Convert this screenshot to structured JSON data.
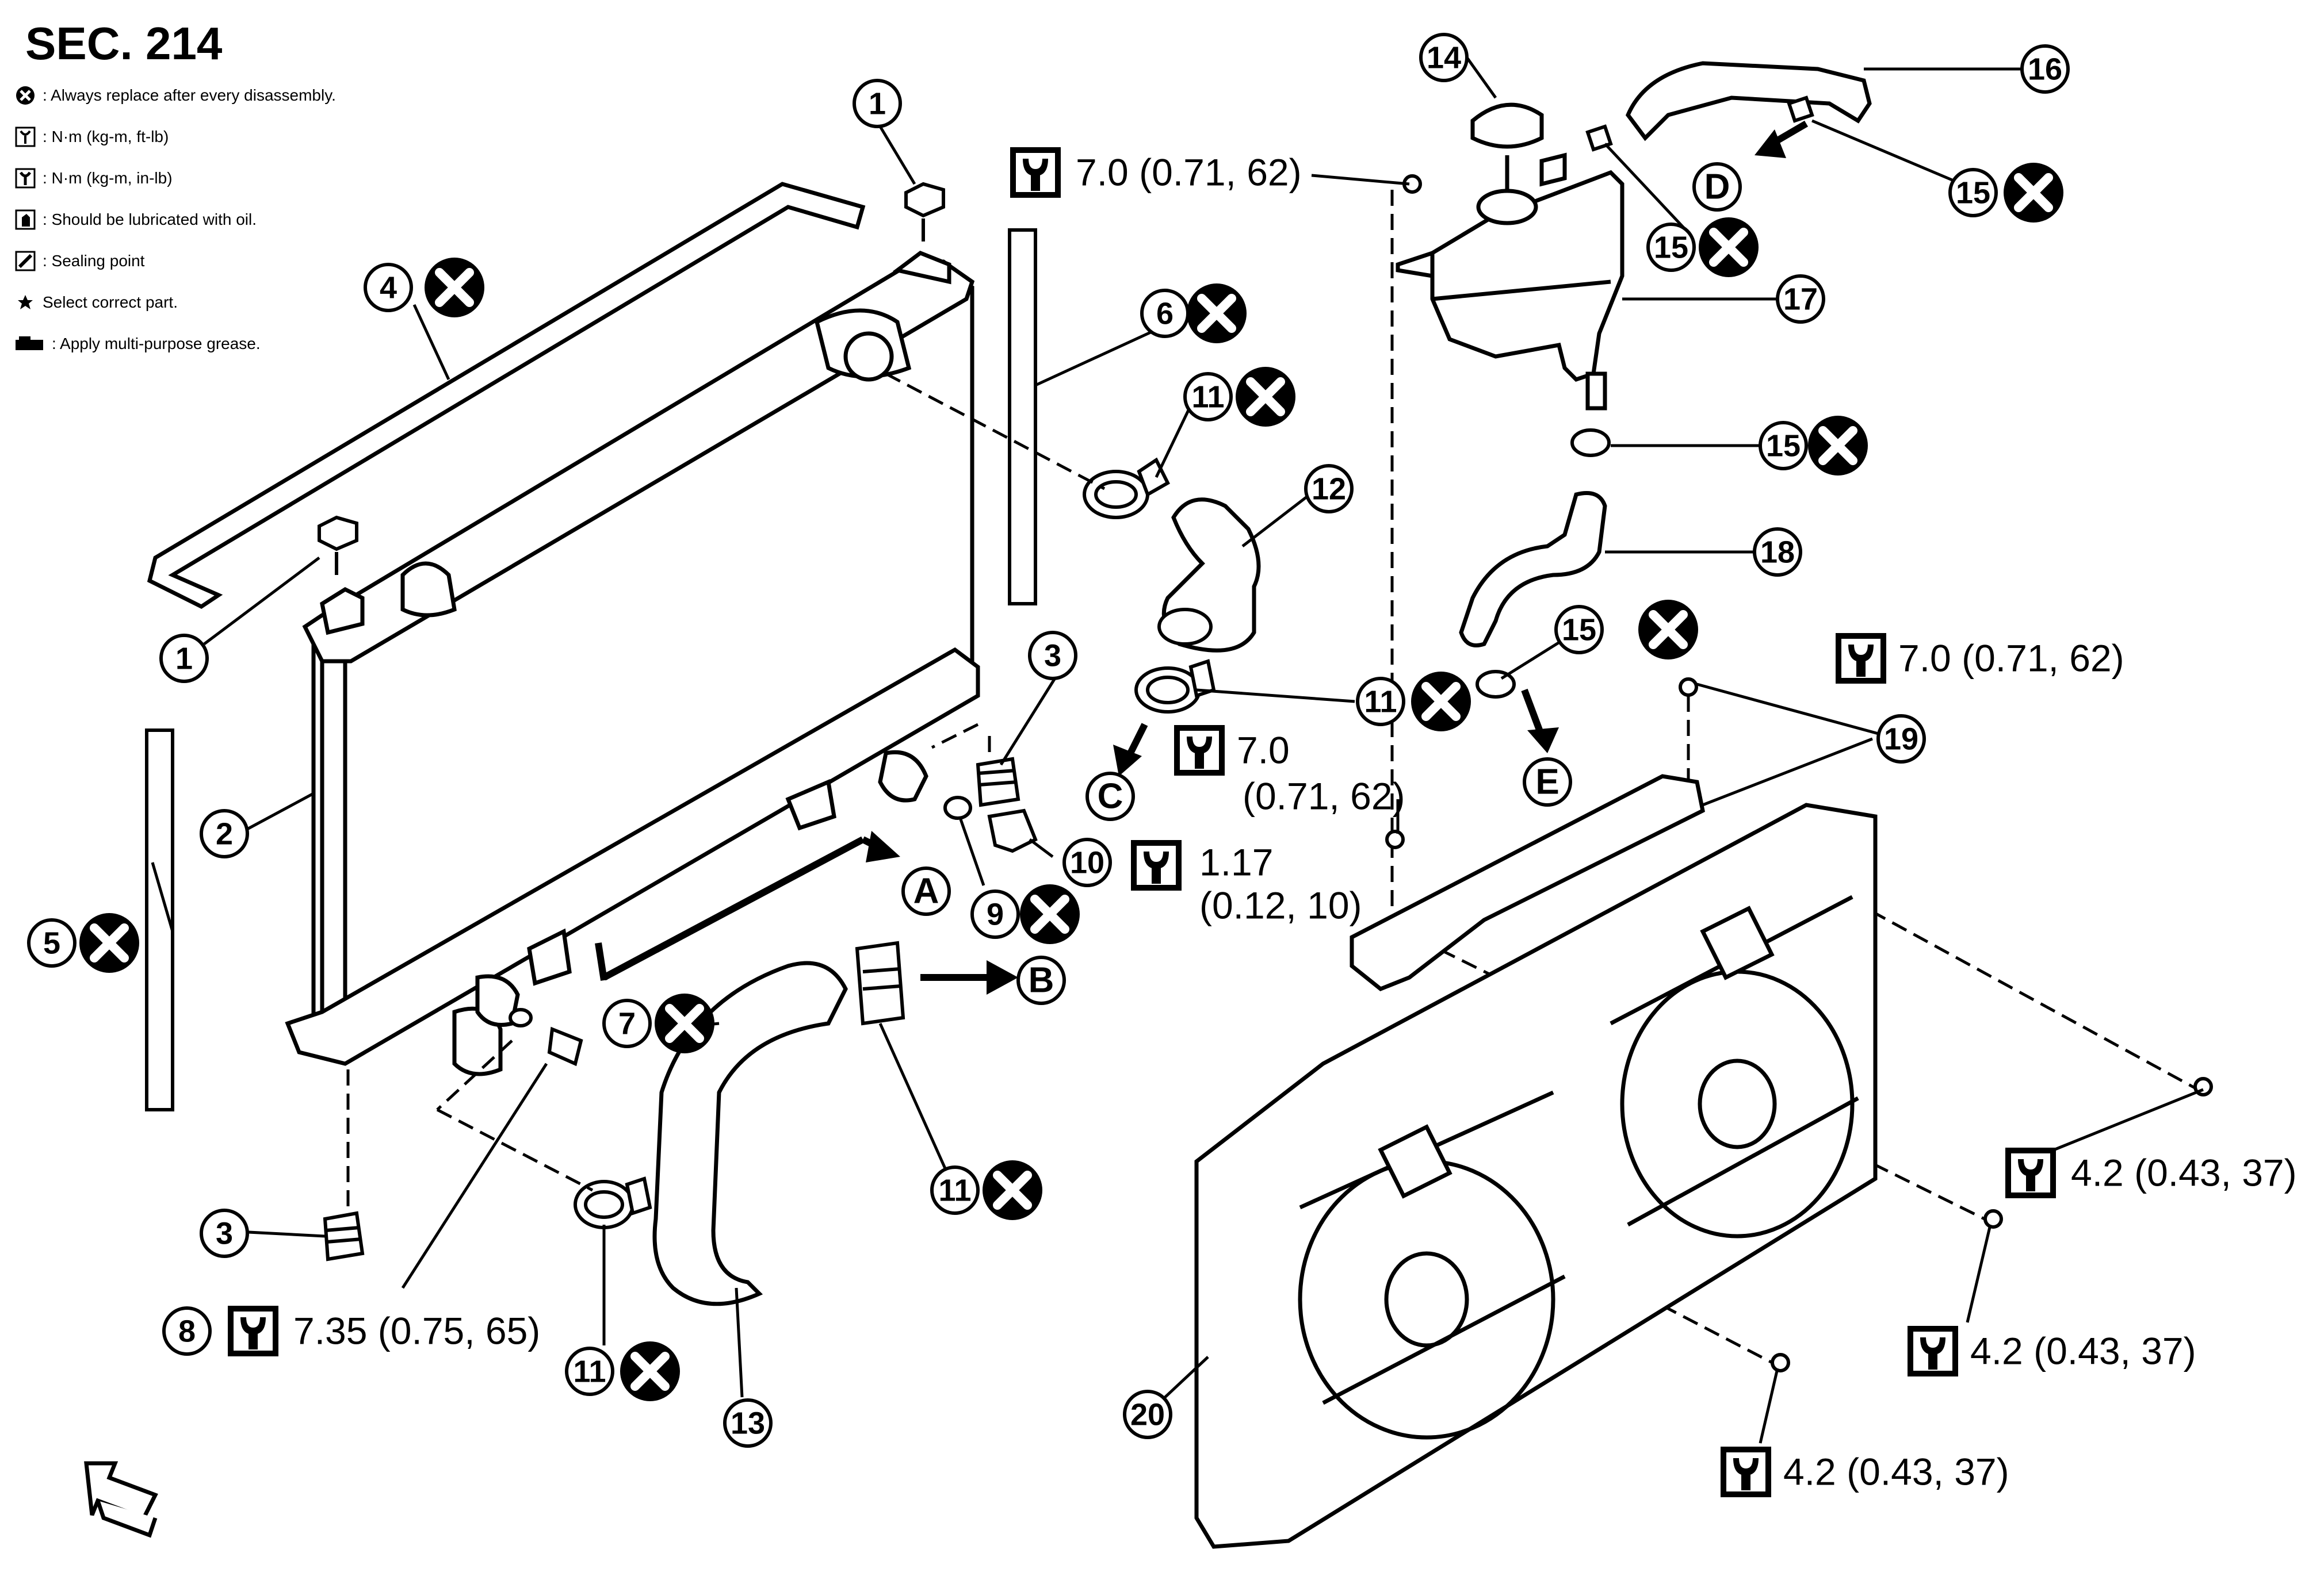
{
  "section": "SEC. 214",
  "legend": {
    "always_replace": ": Always replace after every disassembly.",
    "torque_ftlb": ": N·m (kg-m, ft-lb)",
    "torque_inlb": ": N·m (kg-m, in-lb)",
    "lubricate": ": Should be lubricated with oil.",
    "sealing": ": Sealing point",
    "select_part": "Select correct part.",
    "grease": ": Apply multi-purpose grease."
  },
  "part_numbers": {
    "p1": "1",
    "p2": "2",
    "p3": "3",
    "p4": "4",
    "p5": "5",
    "p6": "6",
    "p7": "7",
    "p8": "8",
    "p9": "9",
    "p10": "10",
    "p11": "11",
    "p12": "12",
    "p13": "13",
    "p14": "14",
    "p15": "15",
    "p16": "16",
    "p17": "17",
    "p18": "18",
    "p19": "19",
    "p20": "20"
  },
  "letters": {
    "A": "A",
    "B": "B",
    "C": "C",
    "D": "D",
    "E": "E"
  },
  "torque": {
    "t_res_bolt": "7.0 (0.71, 62)",
    "t_c_val": "7.0",
    "t_c_paren": "(0.71, 62)",
    "t_10_val": "1.17",
    "t_10_paren": "(0.12, 10)",
    "t_19": "7.0 (0.71, 62)",
    "t_8": "7.35 (0.75, 65)",
    "t_fan1": "4.2 (0.43, 37)",
    "t_fan2": "4.2 (0.43, 37)",
    "t_fan3": "4.2 (0.43, 37)"
  },
  "icons": [
    "always-replace-icon",
    "torque-wrench-icon",
    "lubricate-icon",
    "sealing-point-icon",
    "star-icon",
    "grease-icon",
    "front-arrow-icon"
  ]
}
